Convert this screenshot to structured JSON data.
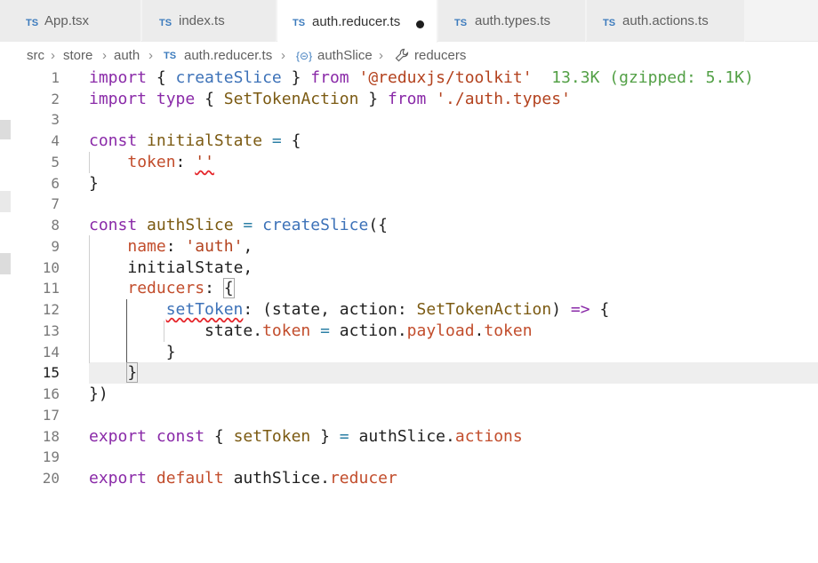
{
  "tabs": [
    {
      "badge": "TS",
      "label": "App.tsx"
    },
    {
      "badge": "TS",
      "label": "index.ts"
    },
    {
      "badge": "TS",
      "label": "auth.reducer.ts"
    },
    {
      "badge": "TS",
      "label": "auth.types.ts"
    },
    {
      "badge": "TS",
      "label": "auth.actions.ts"
    }
  ],
  "breadcrumb": {
    "parts": [
      "src",
      "store",
      "auth"
    ],
    "file_badge": "TS",
    "file": "auth.reducer.ts",
    "symbol_icon": "{⊝}",
    "symbol": "authSlice",
    "member_icon": "wrench-icon",
    "member": "reducers"
  },
  "editor": {
    "line_numbers": [
      "1",
      "2",
      "3",
      "4",
      "5",
      "6",
      "7",
      "8",
      "9",
      "10",
      "11",
      "12",
      "13",
      "14",
      "15",
      "16",
      "17",
      "18",
      "19",
      "20"
    ],
    "current_line": "15",
    "import_size_hint": "13.3K (gzipped: 5.1K)",
    "t": {
      "import": "import",
      "from": "from",
      "type": "type",
      "const": "const",
      "export": "export",
      "default": "default",
      "createSlice": "createSlice",
      "toolkit": "'@reduxjs/toolkit'",
      "SetTokenAction": "SetTokenAction",
      "types_path": "'./auth.types'",
      "initialState": "initialState",
      "token": "token",
      "empty_str": "''",
      "authSlice": "authSlice",
      "name": "name",
      "auth_str": "'auth'",
      "reducers": "reducers",
      "setToken": "setToken",
      "state": "state",
      "action": "action",
      "payload": "payload",
      "actions": "actions",
      "reducer": "reducer"
    }
  }
}
